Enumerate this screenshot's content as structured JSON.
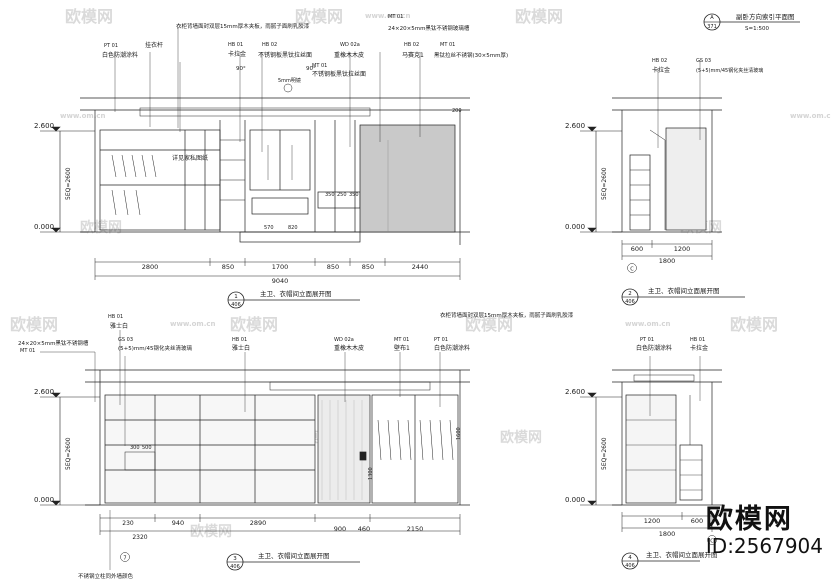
{
  "watermarks": {
    "brand": "欧模网",
    "site": "www.om.cn"
  },
  "stamp": {
    "brand": "欧模网",
    "id": "ID:2567904"
  },
  "index_plan": {
    "title": "副卧方向索引平面图",
    "scale": "S=1:500",
    "ref_a": "A",
    "ref_b": "371"
  },
  "levels": {
    "top": "2.600",
    "bottom": "0.000",
    "height": "5EQ=2600"
  },
  "views": [
    {
      "title": "主卫、衣帽间立面展开图",
      "num": "1",
      "sheet": "406",
      "dims": [
        "2800",
        "850",
        "1700",
        "850",
        "850",
        "2440"
      ],
      "total": "9040",
      "small_dims": [
        "350",
        "250",
        "350",
        "200",
        "570",
        "820"
      ],
      "axes": [
        "5mm明镜",
        "90°",
        "90°"
      ],
      "annotations": [
        {
          "code": "PT 01",
          "text": "白色防潮涂料"
        },
        {
          "code": "",
          "text": "挂衣杆"
        },
        {
          "code": "HB 01",
          "text": "卡拉金"
        },
        {
          "code": "HB 02",
          "text": "不锈钢板黑钛拉丝面"
        },
        {
          "code": "WD 02a",
          "text": "重橡木木皮"
        },
        {
          "code": "MT 01",
          "text": "不锈钢板黑钛拉丝面"
        },
        {
          "code": "HB 02",
          "text": "马赛克1"
        },
        {
          "code": "MT 01",
          "text": "黑钛拉丝不锈钢(30×5mm厚)"
        },
        {
          "code": "",
          "text": "详见家私图纸"
        },
        {
          "code": "",
          "text": "衣柜背墙面封双层15mm厚木夹板，雨腻子面刷乳胶漆"
        },
        {
          "code": "MT 01",
          "text": "24×20×5mm黑钛不锈钢玻璃槽"
        }
      ]
    },
    {
      "title": "主卫、衣帽间立面展开图",
      "num": "2",
      "sheet": "406",
      "dims": [
        "600",
        "1200"
      ],
      "total": "1800",
      "axes": [
        "C"
      ],
      "annotations": [
        {
          "code": "HB 02",
          "text": "卡拉金"
        },
        {
          "code": "GS 03",
          "text": "(5+5)mm/45钢化夹丝清玻璃"
        }
      ]
    },
    {
      "title": "主卫、衣帽间立面展开图",
      "num": "3",
      "sheet": "406",
      "dims": [
        "940",
        "2890",
        "900",
        "460",
        "2150"
      ],
      "small_dims": [
        "230",
        "2320",
        "300",
        "500",
        "1300",
        "1600"
      ],
      "total": "",
      "axes": [
        "7"
      ],
      "annotations": [
        {
          "code": "MT 01",
          "text": "24×20×5mm黑钛不锈钢槽"
        },
        {
          "code": "HB 01",
          "text": "雅士白"
        },
        {
          "code": "GS 03",
          "text": "(5+5)mm/45钢化夹丝清玻璃"
        },
        {
          "code": "HB 01",
          "text": "雅士白"
        },
        {
          "code": "WD 02a",
          "text": "重橡木木皮"
        },
        {
          "code": "",
          "text": "衣柜背墙面封双层15mm厚木夹板，雨腻子面刷乳胶漆"
        },
        {
          "code": "MT 01",
          "text": "壁布1"
        },
        {
          "code": "PT 01",
          "text": "白色防潮涂料"
        },
        {
          "code": "",
          "text": "不锈钢立柱同外墙颜色"
        }
      ]
    },
    {
      "title": "主卫、衣帽间立面展开图",
      "num": "4",
      "sheet": "406",
      "dims": [
        "1200",
        "600"
      ],
      "total": "1800",
      "axes": [
        "C"
      ],
      "annotations": [
        {
          "code": "PT 01",
          "text": "白色防潮涂料"
        },
        {
          "code": "HB 01",
          "text": "卡拉金"
        }
      ]
    }
  ]
}
